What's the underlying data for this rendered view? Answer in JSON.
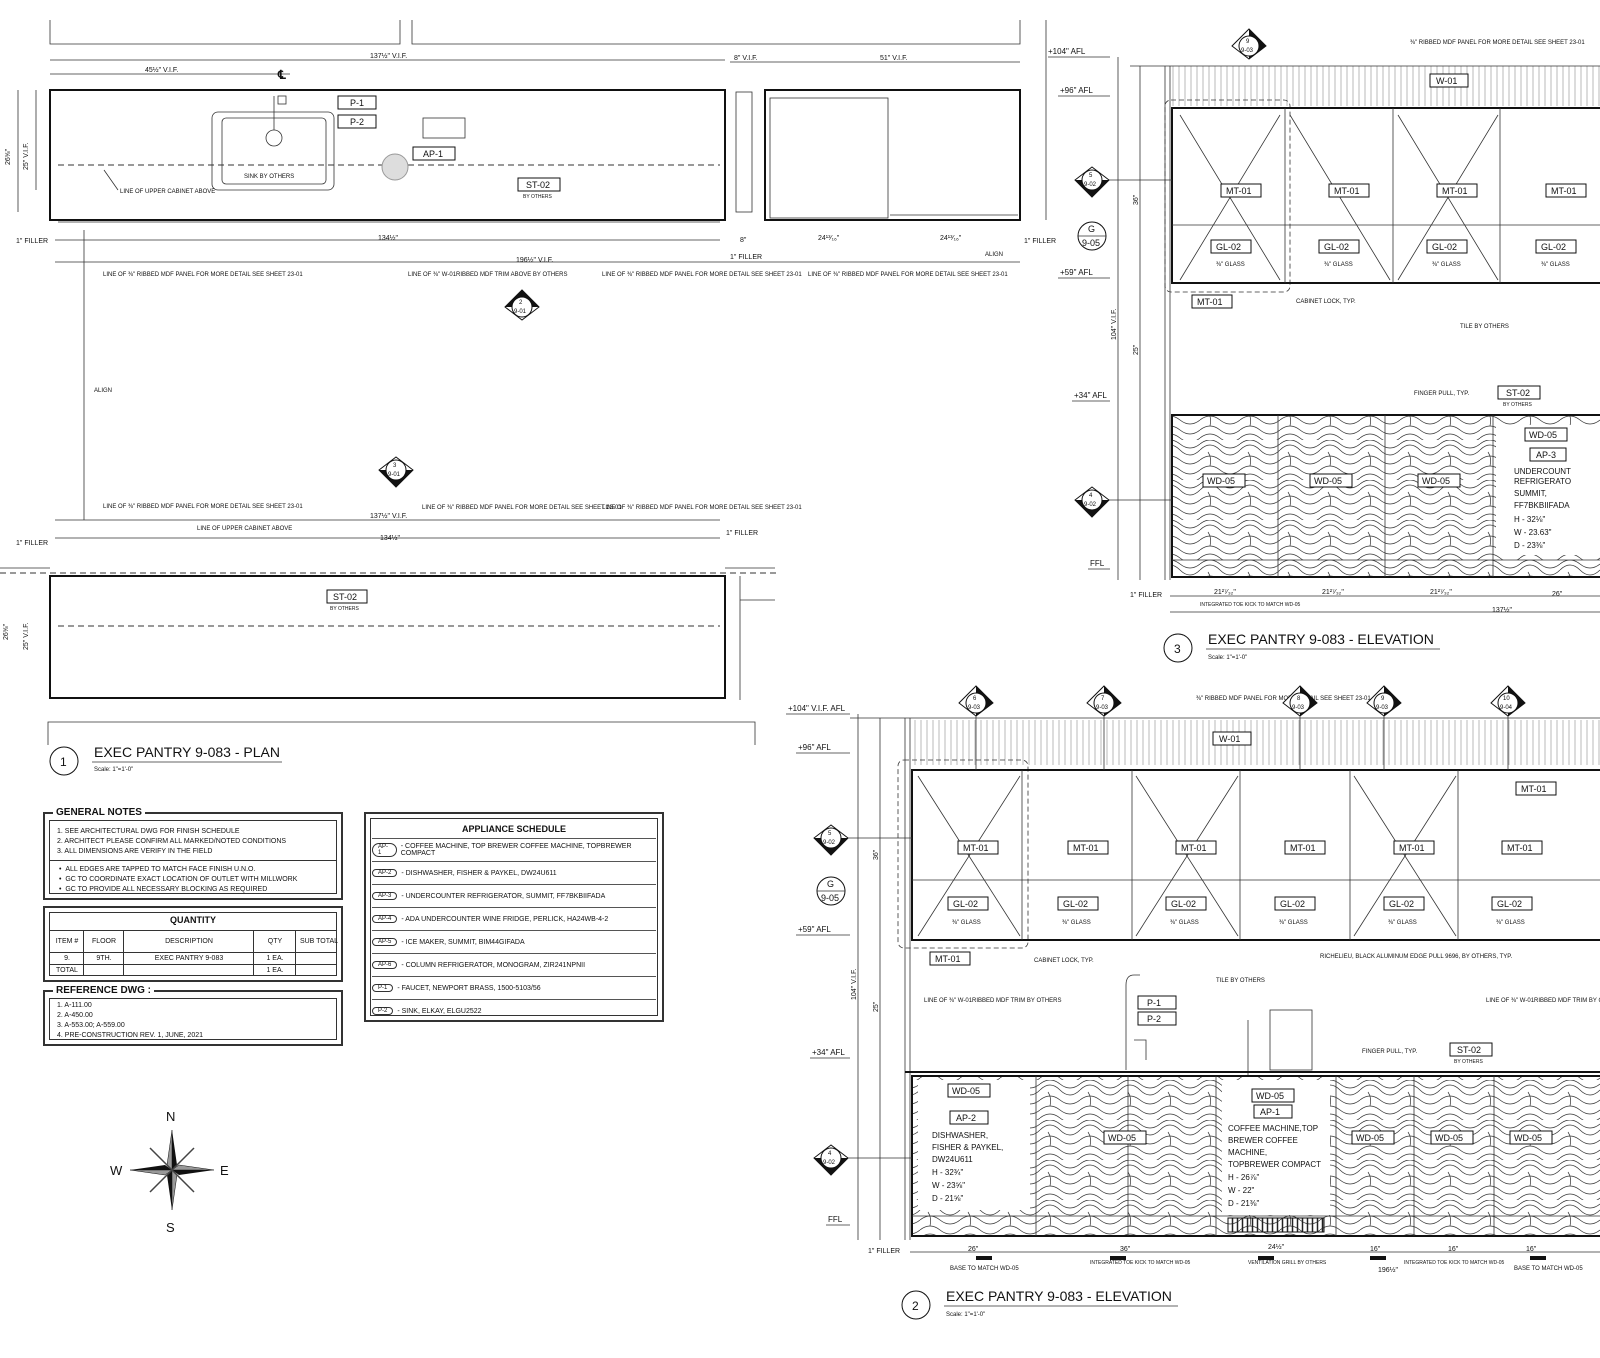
{
  "views": {
    "plan": {
      "number": "1",
      "title": "EXEC PANTRY 9-083 - PLAN",
      "scale": "Scale: 1\"=1'-0\""
    },
    "elev2": {
      "number": "2",
      "title": "EXEC PANTRY 9-083 - ELEVATION",
      "scale": "Scale: 1\"=1'-0\""
    },
    "elev3": {
      "number": "3",
      "title": "EXEC PANTRY 9-083 - ELEVATION",
      "scale": "Scale: 1\"=1'-0\""
    }
  },
  "plan_labels": {
    "dim_overall": "137½\" V.I.F.",
    "dim_left": "45½\" V.I.F.",
    "dim_mid": "8\" V.I.F.",
    "dim_right": "51\" V.I.F.",
    "centerline": "℄",
    "sink_by_others": "SINK BY OTHERS",
    "line_upper_cabinet": "LINE OF UPPER CABINET ABOVE",
    "by_others": "BY OTHERS",
    "filler_1": "1\" FILLER",
    "dim_134": "134½\"",
    "dim_196": "196½\" V.I.F.",
    "dim_8": "8\"",
    "dim_24": "24¹³⁄₁₆\"",
    "align": "ALIGN",
    "dim_25": "25\" V.I.F.",
    "dim_26": "26⅝\"",
    "ribbed_1": "LINE OF ⅜\" RIBBED MDF PANEL FOR MORE DETAIL SEE SHEET 23-01",
    "w01_trim": "LINE OF ⅜\" W-01RIBBED MDF TRIM ABOVE BY OTHERS"
  },
  "tags": {
    "p1": "P-1",
    "p2": "P-2",
    "ap1": "AP-1",
    "ap2": "AP-2",
    "ap3": "AP-3",
    "st02": "ST-02",
    "mt01": "MT-01",
    "gl02": "GL-02",
    "wd05": "WD-05",
    "w01": "W-01",
    "glass": "⅜\" GLASS"
  },
  "section_markers": {
    "s2": [
      "2",
      "9-01"
    ],
    "s3": [
      "3",
      "9-01"
    ],
    "s4": [
      "4",
      "9-02"
    ],
    "s5": [
      "5",
      "9-02"
    ],
    "s6": [
      "6",
      "9-03"
    ],
    "s7": [
      "7",
      "9-03"
    ],
    "s8": [
      "8",
      "9-03"
    ],
    "s9": [
      "9",
      "9-03"
    ],
    "s10": [
      "10",
      "9-04"
    ],
    "g": [
      "G",
      "9-05"
    ]
  },
  "elev_labels": {
    "afl104": "+104\" V.I.F. AFL",
    "afl104b": "+104\" AFL",
    "afl96": "+96\" AFL",
    "afl59": "+59\" AFL",
    "afl34": "+34\" AFL",
    "ffl": "FFL",
    "cabinet_lock": "CABINET LOCK, TYP.",
    "tile_by_others": "TILE BY OTHERS",
    "finger_pull": "FINGER PULL, TYP.",
    "richelieu": "RICHELIEU, BLACK ALUMINUM EDGE PULL 9696, BY OTHERS, TYP.",
    "ribbed_panel": "⅜\" RIBBED MDF PANEL FOR MORE DETAIL SEE SHEET 23-01",
    "w01_trim_by_others": "LINE OF ⅜\" W-01RIBBED MDF TRIM BY OTHERS",
    "dishwasher": [
      "DISHWASHER,",
      "FISHER & PAYKEL,",
      "DW24U611",
      "H - 32¾\"",
      "W - 23⅝\"",
      "D - 21⅝\""
    ],
    "coffee": [
      "COFFEE MACHINE,TOP",
      "BREWER COFFEE",
      "MACHINE,",
      "TOPBREWER COMPACT",
      "H - 26⅞\"",
      "W - 22\"",
      "D - 21⅜\""
    ],
    "refrigerator": [
      "UNDERCOUNT",
      "REFRIGERATO",
      "SUMMIT,",
      "FF7BKBIIFADA",
      "H - 32⅛\"",
      "W - 23.63\"",
      "D - 23⅜\""
    ],
    "base_to_match": "BASE TO MATCH WD-05",
    "integrated_toe": "INTEGRATED TOE KICK TO MATCH WD-05",
    "ventilation": "VENTILATION GRILL BY OTHERS",
    "dim_36": "36\"",
    "dim_25": "25\"",
    "dim_104": "104\" V.I.F.",
    "dim_16": "16\"",
    "dim_21": "21²⁷⁄₃₂\"",
    "dim_24h": "24½\"",
    "dim_26e": "26\"",
    "dim_196": "196½\"",
    "dim_137": "137½\""
  },
  "general_notes": {
    "title": "GENERAL NOTES",
    "items": [
      "1.  SEE ARCHITECTURAL DWG FOR FINISH SCHEDULE",
      "2.  ARCHITECT PLEASE CONFIRM ALL MARKED/NOTED CONDITIONS",
      "3.  ALL DIMENSIONS ARE VERIFY IN THE FIELD"
    ],
    "bullets": [
      "ALL EDGES ARE TAPPED TO MATCH FACE FINISH U.N.O.",
      "GC TO COORDINATE EXACT LOCATION OF OUTLET WITH MILLWORK",
      "GC TO PROVIDE ALL NECESSARY BLOCKING AS REQUIRED"
    ]
  },
  "quantity": {
    "title": "QUANTITY",
    "headers": [
      "ITEM #",
      "FLOOR",
      "DESCRIPTION",
      "QTY",
      "SUB TOTAL"
    ],
    "rows": [
      [
        "9.",
        "9TH.",
        "EXEC PANTRY 9-083",
        "1 EA.",
        ""
      ],
      [
        "TOTAL",
        "",
        "",
        "1 EA.",
        ""
      ]
    ]
  },
  "reference_dwg": {
    "title": "REFERENCE DWG :",
    "items": [
      "1.  A-111.00",
      "2.  A-450.00",
      "3.  A-553.00; A-559.00",
      "4.  PRE-CONSTRUCTION REV. 1, JUNE, 2021"
    ]
  },
  "appliance_schedule": {
    "title": "APPLIANCE SCHEDULE",
    "rows": [
      {
        "code": "AP-1",
        "desc": "- COFFEE MACHINE, TOP BREWER COFFEE MACHINE, TOPBREWER COMPACT"
      },
      {
        "code": "AP-2",
        "desc": "- DISHWASHER, FISHER & PAYKEL, DW24U611"
      },
      {
        "code": "AP-3",
        "desc": "- UNDERCOUNTER REFRIGERATOR, SUMMIT, FF7BKBIIFADA"
      },
      {
        "code": "AP-4",
        "desc": "- ADA UNDERCOUNTER WINE FRIDGE, PERLICK, HA24WB-4-2"
      },
      {
        "code": "AP-5",
        "desc": "- ICE MAKER, SUMMIT, BIM44GIFADA"
      },
      {
        "code": "AP-6",
        "desc": "- COLUMN REFRIGERATOR, MONOGRAM, ZIR241NPNII"
      },
      {
        "code": "P-1",
        "desc": "- FAUCET, NEWPORT BRASS, 1500-5103/56"
      },
      {
        "code": "P-2",
        "desc": "- SINK,  ELKAY,  ELGU2522"
      }
    ]
  },
  "compass": {
    "n": "N",
    "s": "S",
    "e": "E",
    "w": "W"
  }
}
